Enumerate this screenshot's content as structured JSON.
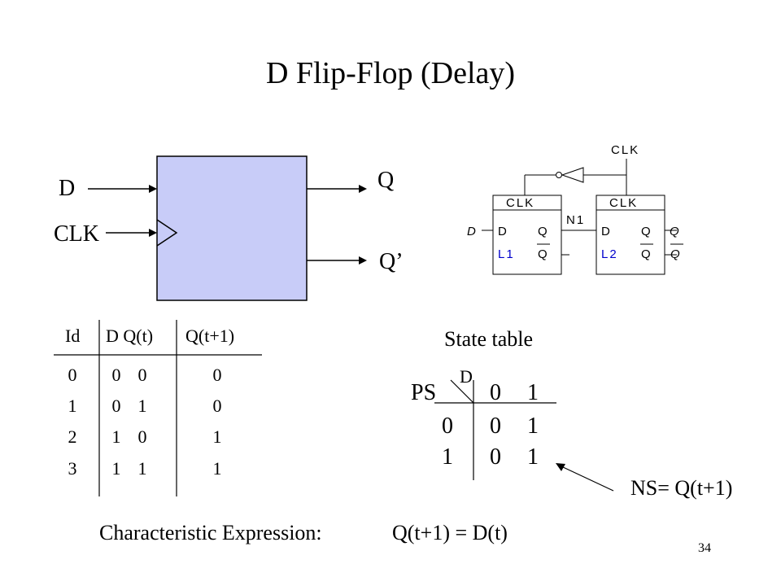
{
  "title": "D Flip-Flop (Delay)",
  "block": {
    "input_d": "D",
    "input_clk": "CLK",
    "output_q": "Q",
    "output_qbar": "Q’",
    "fill_color": "#c8ccf8"
  },
  "latch_circuit": {
    "clk_top": "CLK",
    "input_d": "D",
    "node": "N1",
    "output_q": "Q",
    "output_qbar": "Q",
    "latches": [
      {
        "clk": "CLK",
        "d": "D",
        "q": "Q",
        "qbar": "Q",
        "name": "L1"
      },
      {
        "clk": "CLK",
        "d": "D",
        "q": "Q",
        "qbar": "Q",
        "name": "L2"
      }
    ],
    "label_color": "#0000cc"
  },
  "truth_table": {
    "headers": {
      "id": "Id",
      "dq": "D Q(t)",
      "next": "Q(t+1)"
    },
    "rows": [
      {
        "id": "0",
        "d": "0",
        "q": "0",
        "next": "0"
      },
      {
        "id": "1",
        "d": "0",
        "q": "1",
        "next": "0"
      },
      {
        "id": "2",
        "d": "1",
        "q": "0",
        "next": "1"
      },
      {
        "id": "3",
        "d": "1",
        "q": "1",
        "next": "1"
      }
    ]
  },
  "state_table": {
    "title": "State table",
    "corner_top": "D",
    "corner_left": "PS",
    "columns": [
      "0",
      "1"
    ],
    "rows": [
      {
        "ps": "0",
        "values": [
          "0",
          "1"
        ]
      },
      {
        "ps": "1",
        "values": [
          "0",
          "1"
        ]
      }
    ]
  },
  "ns_label": "NS= Q(t+1)",
  "expression": {
    "label": "Characteristic Expression:",
    "formula": "Q(t+1) = D(t)"
  },
  "slide_number": "34"
}
